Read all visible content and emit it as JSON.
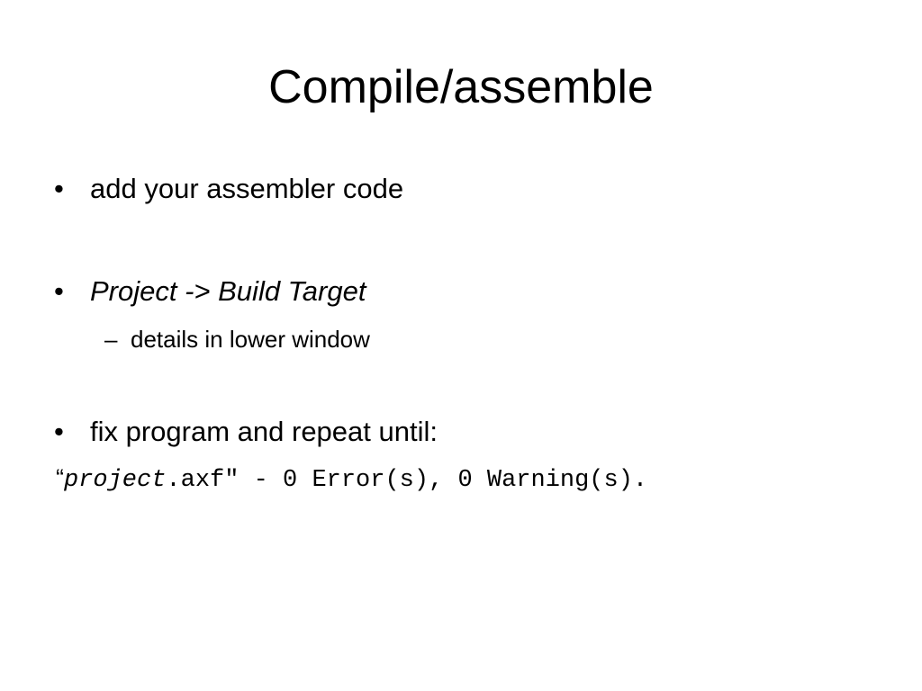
{
  "slide": {
    "title": "Compile/assemble",
    "bullet_mark": "•",
    "sub_mark": "–",
    "bullets": [
      {
        "text": "add your assembler code"
      },
      {
        "text": "Project -> Build Target",
        "sub": [
          "details in lower window"
        ]
      },
      {
        "text": "fix program and repeat until:"
      }
    ],
    "code": {
      "open_quote": "“",
      "name": "project",
      "rest": ".axf\" - 0 Error(s), 0 Warning(s)."
    }
  }
}
